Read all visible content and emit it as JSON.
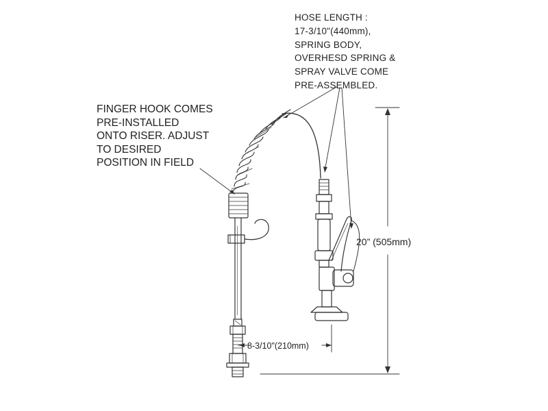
{
  "callouts": {
    "hose": "HOSE LENGTH :\n17-3/10\"(440mm),\nSPRING BODY,\nOVERHESD SPRING &\nSPRAY VALVE COME\nPRE-ASSEMBLED.",
    "finger_hook": "FINGER HOOK COMES\nPRE-INSTALLED\nONTO RISER. ADJUST\nTO DESIRED\nPOSITION IN FIELD"
  },
  "dimensions": {
    "height": "20” (505mm)",
    "reach": "8-3/10\"(210mm)"
  },
  "colors": {
    "line": "#333333",
    "text": "#222222",
    "background": "#ffffff"
  }
}
